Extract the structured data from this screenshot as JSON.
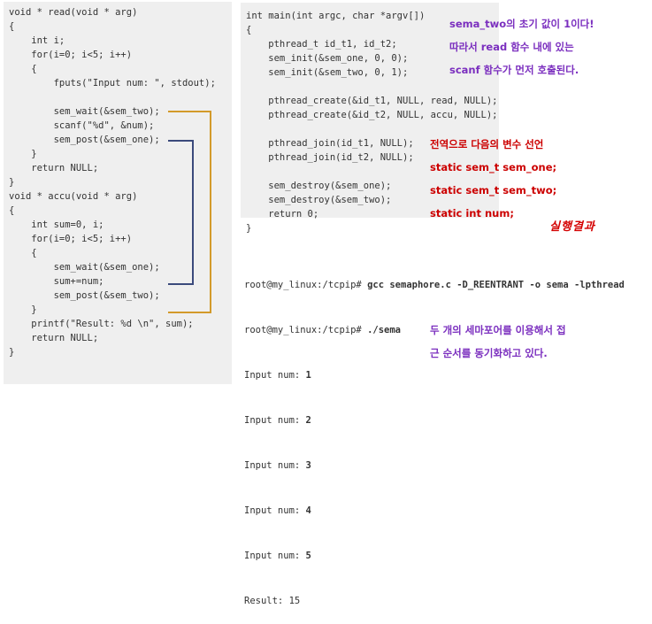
{
  "left_code": {
    "lines": [
      "void * read(void * arg)",
      "{",
      "    int i;",
      "    for(i=0; i<5; i++)",
      "    {",
      "        fputs(\"Input num: \", stdout);",
      "",
      "        sem_wait(&sem_two);",
      "        scanf(\"%d\", &num);",
      "        sem_post(&sem_one);",
      "    }",
      "    return NULL;",
      "}",
      "void * accu(void * arg)",
      "{",
      "    int sum=0, i;",
      "    for(i=0; i<5; i++)",
      "    {",
      "        sem_wait(&sem_one);",
      "        sum+=num;",
      "        sem_post(&sem_two);",
      "    }",
      "    printf(\"Result: %d \\n\", sum);",
      "    return NULL;",
      "}"
    ]
  },
  "main_code": {
    "lines": [
      "int main(int argc, char *argv[])",
      "{",
      "    pthread_t id_t1, id_t2;",
      "    sem_init(&sem_one, 0, 0);",
      "    sem_init(&sem_two, 0, 1);",
      "",
      "    pthread_create(&id_t1, NULL, read, NULL);",
      "    pthread_create(&id_t2, NULL, accu, NULL);",
      "",
      "    pthread_join(id_t1, NULL);",
      "    pthread_join(id_t2, NULL);",
      "",
      "    sem_destroy(&sem_one);",
      "    sem_destroy(&sem_two);",
      "    return 0;",
      "}"
    ]
  },
  "notes": {
    "sema_two_1": "sema_two의 초기 값이 1이다!",
    "sema_two_2": "따라서 read 함수 내에 있는",
    "sema_two_3": "scanf 함수가 먼저 호출된다.",
    "globals_1": "전역으로 다음의 변수 선언",
    "globals_2": "static sem_t sem_one;",
    "globals_3": "static sem_t sem_two;",
    "globals_4": "static int num;",
    "result_label": "실행결과",
    "sync_1": "두 개의 세마포어를 이용해서 접",
    "sync_2": "근 순서를 동기화하고 있다."
  },
  "terminal": {
    "line1_prompt": "root@my_linux:/tcpip# ",
    "line1_cmd": "gcc semaphore.c -D_REENTRANT -o sema -lpthread",
    "line2_prompt": "root@my_linux:/tcpip# ",
    "line2_cmd": "./sema",
    "inputs": [
      {
        "label": "Input num: ",
        "value": "1"
      },
      {
        "label": "Input num: ",
        "value": "2"
      },
      {
        "label": "Input num: ",
        "value": "3"
      },
      {
        "label": "Input num: ",
        "value": "4"
      },
      {
        "label": "Input num: ",
        "value": "5"
      }
    ],
    "result": "Result: 15"
  },
  "colors": {
    "connector_orange": "#d39a2a",
    "connector_navy": "#3b4a7c"
  }
}
